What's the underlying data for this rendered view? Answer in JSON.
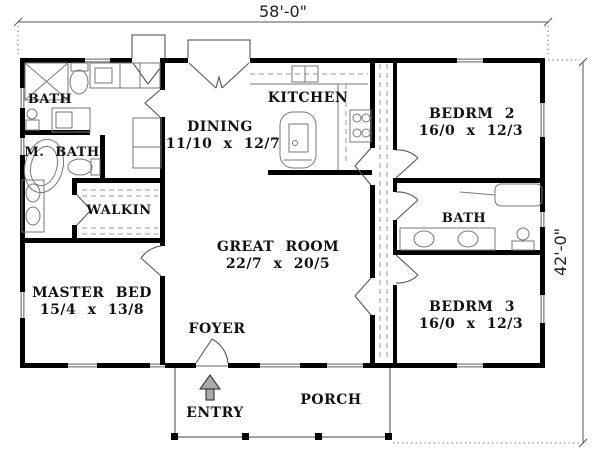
{
  "plan": {
    "width_label": "58'-0\"",
    "height_label": "42'-0\"",
    "rooms": {
      "bath": "BATH",
      "master_bath": "M. BATH",
      "walkin": "WALKIN",
      "master_bed": "MASTER BED",
      "master_bed_size": "15/4 x 13/8",
      "dining": "DINING",
      "dining_size": "11/10 x 12/7",
      "kitchen": "KITCHEN",
      "great_room": "GREAT ROOM",
      "great_room_size": "22/7 x 20/5",
      "foyer": "FOYER",
      "entry": "ENTRY",
      "porch": "PORCH",
      "bedrm2": "BEDRM 2",
      "bedrm2_size": "16/0 x 12/3",
      "hall_bath": "BATH",
      "bedrm3": "BEDRM 3",
      "bedrm3_size": "16/0 x 12/3"
    },
    "colors": {
      "wall": "#000000",
      "window": "#9a9a9a",
      "fixture": "#777777",
      "background": "#ffffff"
    }
  }
}
